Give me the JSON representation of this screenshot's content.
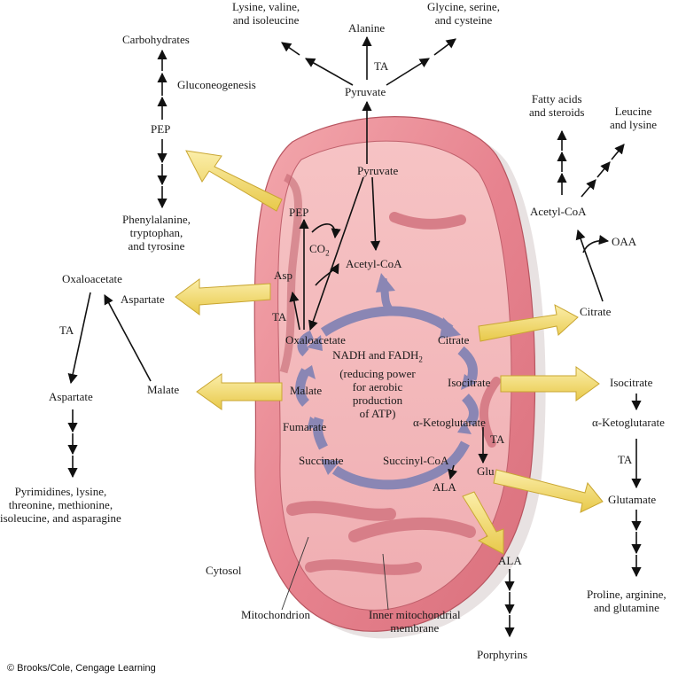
{
  "labels": {
    "lysine_valine": "Lysine, valine,\nand isoleucine",
    "alanine": "Alanine",
    "glycine_serine": "Glycine, serine,\nand cysteine",
    "carbohydrates": "Carbohydrates",
    "gluconeogenesis": "Gluconeogenesis",
    "ta_top": "TA",
    "pyruvate_top": "Pyruvate",
    "fatty_acids": "Fatty acids\nand steroids",
    "leucine_lysine": "Leucine\nand lysine",
    "pep_left": "PEP",
    "pyruvate_inner": "Pyruvate",
    "pep_inner": "PEP",
    "phenylalanine": "Phenylalanine,\ntryptophan,\nand tyrosine",
    "acetyl_coa_right": "Acetyl-CoA",
    "oaa": "OAA",
    "co2": "CO",
    "co2_sub": "2",
    "oxaloacetate_left": "Oxaloacetate",
    "asp": "Asp",
    "acetyl_coa_inner": "Acetyl-CoA",
    "aspartate_arrow": "Aspartate",
    "citrate_right": "Citrate",
    "ta_inner": "TA",
    "ta_left": "TA",
    "oxaloacetate_inner": "Oxaloacetate",
    "citrate_inner": "Citrate",
    "nadh_line1": "NADH and FADH",
    "nadh_sub": "2",
    "nadh_line2": "(reducing power\nfor aerobic\nproduction\nof ATP)",
    "isocitrate_inner": "Isocitrate",
    "isocitrate_right": "Isocitrate",
    "aspartate_left": "Aspartate",
    "malate_left": "Malate",
    "malate_inner": "Malate",
    "akg_inner": "α-Ketoglutarate",
    "akg_right": "α-Ketoglutarate",
    "fumarate": "Fumarate",
    "ta_akg": "TA",
    "ta_right": "TA",
    "succinate": "Succinate",
    "succinyl_coa": "Succinyl-CoA",
    "glu": "Glu",
    "ala_inner": "ALA",
    "glutamate": "Glutamate",
    "pyrimidines": "Pyrimidines, lysine,\nthreonine, methionine,\nisoleucine, and asparagine",
    "ala_outer": "ALA",
    "cytosol": "Cytosol",
    "proline": "Proline, arginine,\nand glutamine",
    "mitochondrion": "Mitochondrion",
    "inner_membrane": "Inner mitochondrial\nmembrane",
    "porphyrins": "Porphyrins"
  },
  "copyright": "© Brooks/Cole, Cengage Learning",
  "colors": {
    "membrane_outer": "#e9909a",
    "membrane_inner": "#f7c9c8",
    "matrix": "#f5bcbf",
    "cycle_arrow": "#8a86b4",
    "export_arrow": "#f3dc72",
    "arrow_line": "#111111"
  }
}
